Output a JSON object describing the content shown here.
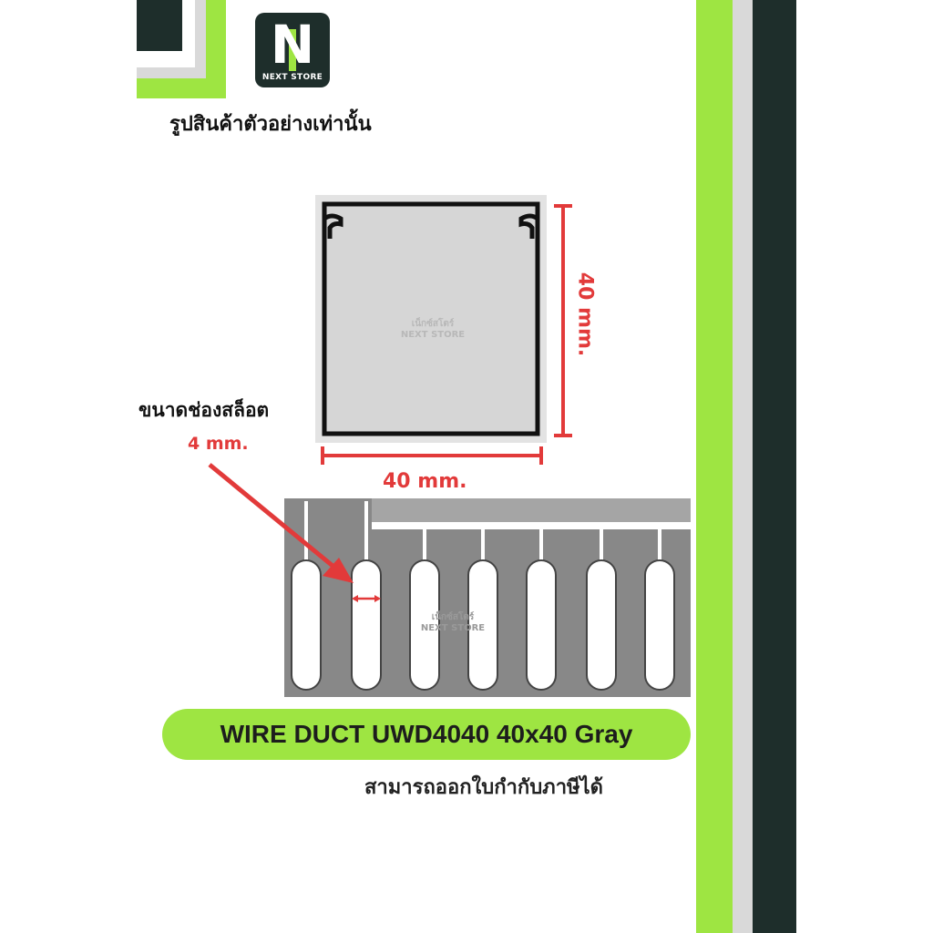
{
  "logo": {
    "letter": "N",
    "store_name": "NEXT STORE"
  },
  "caption": "รูปสินค้าตัวอย่างเท่านั้น",
  "slot": {
    "label": "ขนาดช่องสล็อต",
    "size": "4 mm."
  },
  "dimensions": {
    "height": "40 mm.",
    "width": "40 mm."
  },
  "watermark": {
    "line1": "เน็กซ์สโตร์",
    "line2": "NEXT STORE"
  },
  "product": {
    "title": "WIRE DUCT UWD4040 40x40 Gray",
    "subtitle": "สามารถออกใบกำกับภาษีได้"
  },
  "colors": {
    "accent_green": "#9ee542",
    "dark_green": "#1e2e2b",
    "light_gray": "#d9d9d9",
    "duct_gray": "#888888",
    "dimension_red": "#e23a3a"
  }
}
